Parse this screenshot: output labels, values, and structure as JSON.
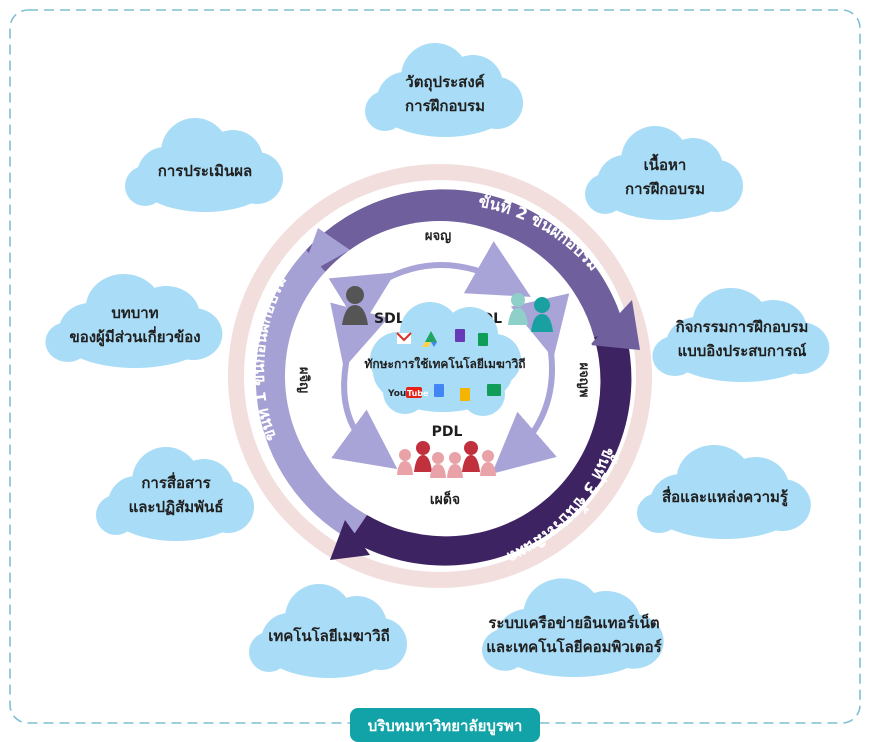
{
  "clouds": {
    "objective": [
      "วัตถุประสงค์",
      "การฝึกอบรม"
    ],
    "content": [
      "เนื้อหา",
      "การฝึกอบรม"
    ],
    "activity": [
      "กิจกรรมการฝึกอบรม",
      "แบบอิงประสบการณ์"
    ],
    "media": [
      "สื่อและแหล่งความรู้"
    ],
    "network": [
      "ระบบเครือข่ายอินเทอร์เน็ต",
      "และเทคโนโลยีคอมพิวเตอร์"
    ],
    "edtech": [
      "เทคโนโลยีเมฆาวิถี"
    ],
    "communication": [
      "การสื่อสาร",
      "และปฏิสัมพันธ์"
    ],
    "roles": [
      "บทบาท",
      "ของผู้มีส่วนเกี่ยวข้อง"
    ],
    "evaluation": [
      "การประเมินผล"
    ]
  },
  "ring": {
    "stage1": "ขั้นที่ 1 ขั้นก่อนฝึกอบรม",
    "stage2": "ขั้นที่ 2 ขั้นฝึกอบรม",
    "stage3": "ขั้นที่ 3 ขั้นประเมินผล"
  },
  "inner": {
    "top_label": "ผจญ",
    "left_label": "ผจิญ",
    "right_label": "ผจญพ",
    "bottom_label": "เผด็จ",
    "sdl": "SDL",
    "tdl": "TDL",
    "pdl": "PDL",
    "center": "ทักษะการใช้เทคโนโลยีเมฆาวิถี"
  },
  "footer": "บริบทมหาวิทยาลัยบูรพา",
  "colors": {
    "cloud": "#a9dcf6",
    "ring_light": "#a6a1d4",
    "ring_mid": "#6f5f9c",
    "ring_dark": "#3e2363",
    "pink_ring": "#f3dede",
    "arrows": "#a9a4d8",
    "footer_bg": "#11a3a7",
    "border": "#7fbfd1"
  }
}
